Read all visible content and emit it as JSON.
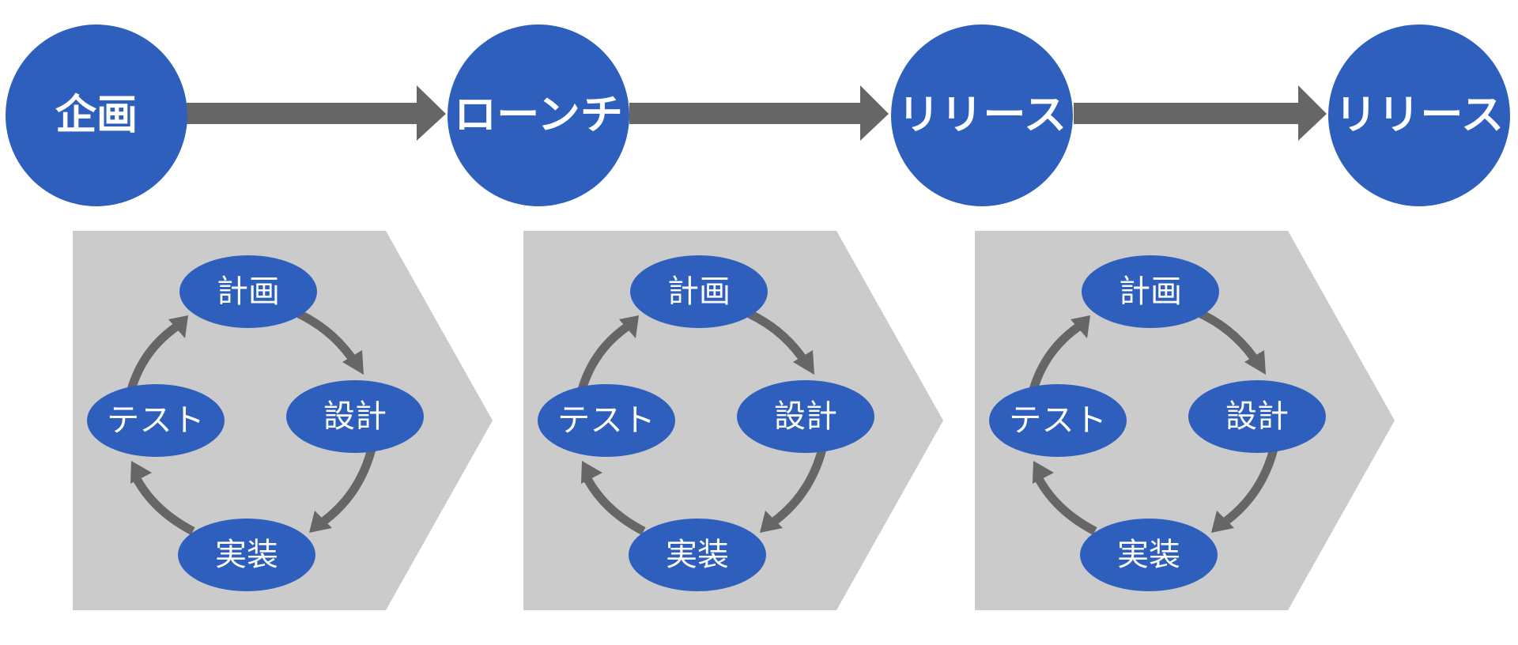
{
  "milestones": [
    {
      "label": "企画"
    },
    {
      "label": "ローンチ"
    },
    {
      "label": "リリース"
    },
    {
      "label": "リリース"
    }
  ],
  "iterations": [
    {
      "steps": {
        "plan": "計画",
        "design": "設計",
        "implement": "実装",
        "test": "テスト"
      }
    },
    {
      "steps": {
        "plan": "計画",
        "design": "設計",
        "implement": "実装",
        "test": "テスト"
      }
    },
    {
      "steps": {
        "plan": "計画",
        "design": "設計",
        "implement": "実装",
        "test": "テスト"
      }
    }
  ],
  "colors": {
    "node_fill": "#2e5fbd",
    "connector": "#666666",
    "panel": "#cbcbcb",
    "text": "#ffffff"
  }
}
